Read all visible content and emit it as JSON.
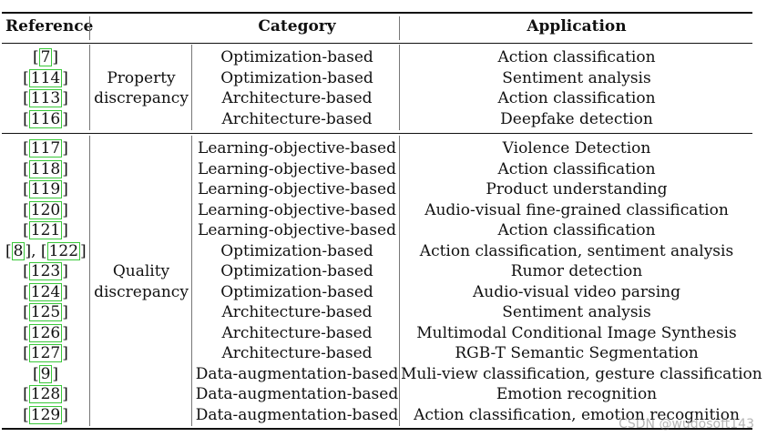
{
  "headers": {
    "reference": "Reference",
    "category": "Category",
    "application": "Application"
  },
  "groups": [
    {
      "label_line1": "Property",
      "label_line2": "discrepancy",
      "rows": [
        {
          "refs": [
            "7"
          ],
          "method": "Optimization-based",
          "application": "Action classification"
        },
        {
          "refs": [
            "114"
          ],
          "method": "Optimization-based",
          "application": "Sentiment analysis"
        },
        {
          "refs": [
            "113"
          ],
          "method": "Architecture-based",
          "application": "Action classification"
        },
        {
          "refs": [
            "116"
          ],
          "method": "Architecture-based",
          "application": "Deepfake detection"
        }
      ]
    },
    {
      "label_line1": "Quality",
      "label_line2": "discrepancy",
      "rows": [
        {
          "refs": [
            "117"
          ],
          "method": "Learning-objective-based",
          "application": "Violence Detection"
        },
        {
          "refs": [
            "118"
          ],
          "method": "Learning-objective-based",
          "application": "Action classification"
        },
        {
          "refs": [
            "119"
          ],
          "method": "Learning-objective-based",
          "application": "Product understanding"
        },
        {
          "refs": [
            "120"
          ],
          "method": "Learning-objective-based",
          "application": "Audio-visual fine-grained classification"
        },
        {
          "refs": [
            "121"
          ],
          "method": "Learning-objective-based",
          "application": "Action classification"
        },
        {
          "refs": [
            "8",
            "122"
          ],
          "method": "Optimization-based",
          "application": "Action classification, sentiment analysis"
        },
        {
          "refs": [
            "123"
          ],
          "method": "Optimization-based",
          "application": "Rumor detection"
        },
        {
          "refs": [
            "124"
          ],
          "method": "Optimization-based",
          "application": "Audio-visual video parsing"
        },
        {
          "refs": [
            "125"
          ],
          "method": "Architecture-based",
          "application": "Sentiment analysis"
        },
        {
          "refs": [
            "126"
          ],
          "method": "Architecture-based",
          "application": "Multimodal Conditional Image Synthesis"
        },
        {
          "refs": [
            "127"
          ],
          "method": "Architecture-based",
          "application": "RGB-T Semantic Segmentation"
        },
        {
          "refs": [
            "9"
          ],
          "method": "Data-augmentation-based",
          "application": "Muli-view classification, gesture classification"
        },
        {
          "refs": [
            "128"
          ],
          "method": "Data-augmentation-based",
          "application": "Emotion recognition"
        },
        {
          "refs": [
            "129"
          ],
          "method": "Data-augmentation-based",
          "application": "Action classification, emotion recognition"
        }
      ]
    }
  ],
  "watermark": "CSDN @wudosoft143"
}
